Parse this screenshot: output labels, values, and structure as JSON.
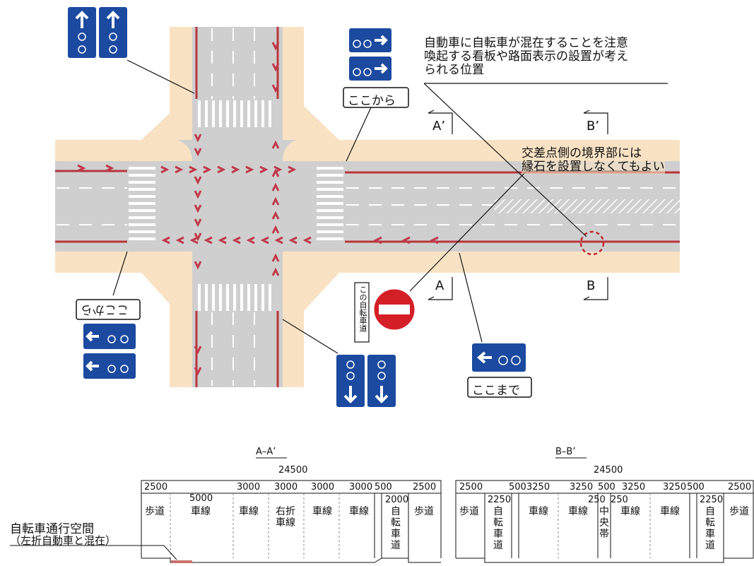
{
  "notes": {
    "caution_area": "自動車に自転車が混在することを注意\n喚起する看板や路面表示の設置が考え\nられる位置",
    "curb_note": "交差点側の境界部には\n縁石を設置しなくてもよい"
  },
  "signs": {
    "here_from": "ここから",
    "here_until": "ここまで",
    "here_from_flipped": "ここから",
    "this_bike_path": "この自転車道"
  },
  "section_markers": {
    "a": "A",
    "a_prime": "A’",
    "b": "B",
    "b_prime": "B’"
  },
  "sections": {
    "aa": {
      "title": "A–A’",
      "total": "24500",
      "widths": [
        "2500",
        "5000",
        "3000",
        "3000",
        "3000",
        "3000",
        "500",
        "2000",
        "2500"
      ],
      "lanes": [
        "歩道",
        "車線",
        "車線",
        "右折\n車線",
        "車線",
        "車線",
        "自\n転\n車\n道",
        "歩道"
      ]
    },
    "bb": {
      "title": "B–B’",
      "total": "24500",
      "widths": [
        "2500",
        "2250",
        "500",
        "3250",
        "3250",
        "500",
        "250",
        "250",
        "3250",
        "3250",
        "500",
        "2250",
        "2500"
      ],
      "lanes": [
        "歩道",
        "自\n転\n車\n道",
        "車線",
        "車線",
        "中\n央\n帯",
        "車線",
        "車線",
        "自\n転\n車\n道",
        "歩道"
      ]
    }
  },
  "callout": {
    "bike_space": "自転車通行空間",
    "bike_space_note": "（左折自動車と混在）"
  },
  "colors": {
    "sidewalk": "#f9e2c3",
    "road": "#cfcfcf",
    "bike_red": "#b8363d",
    "sign_blue": "#1b4aa0"
  }
}
